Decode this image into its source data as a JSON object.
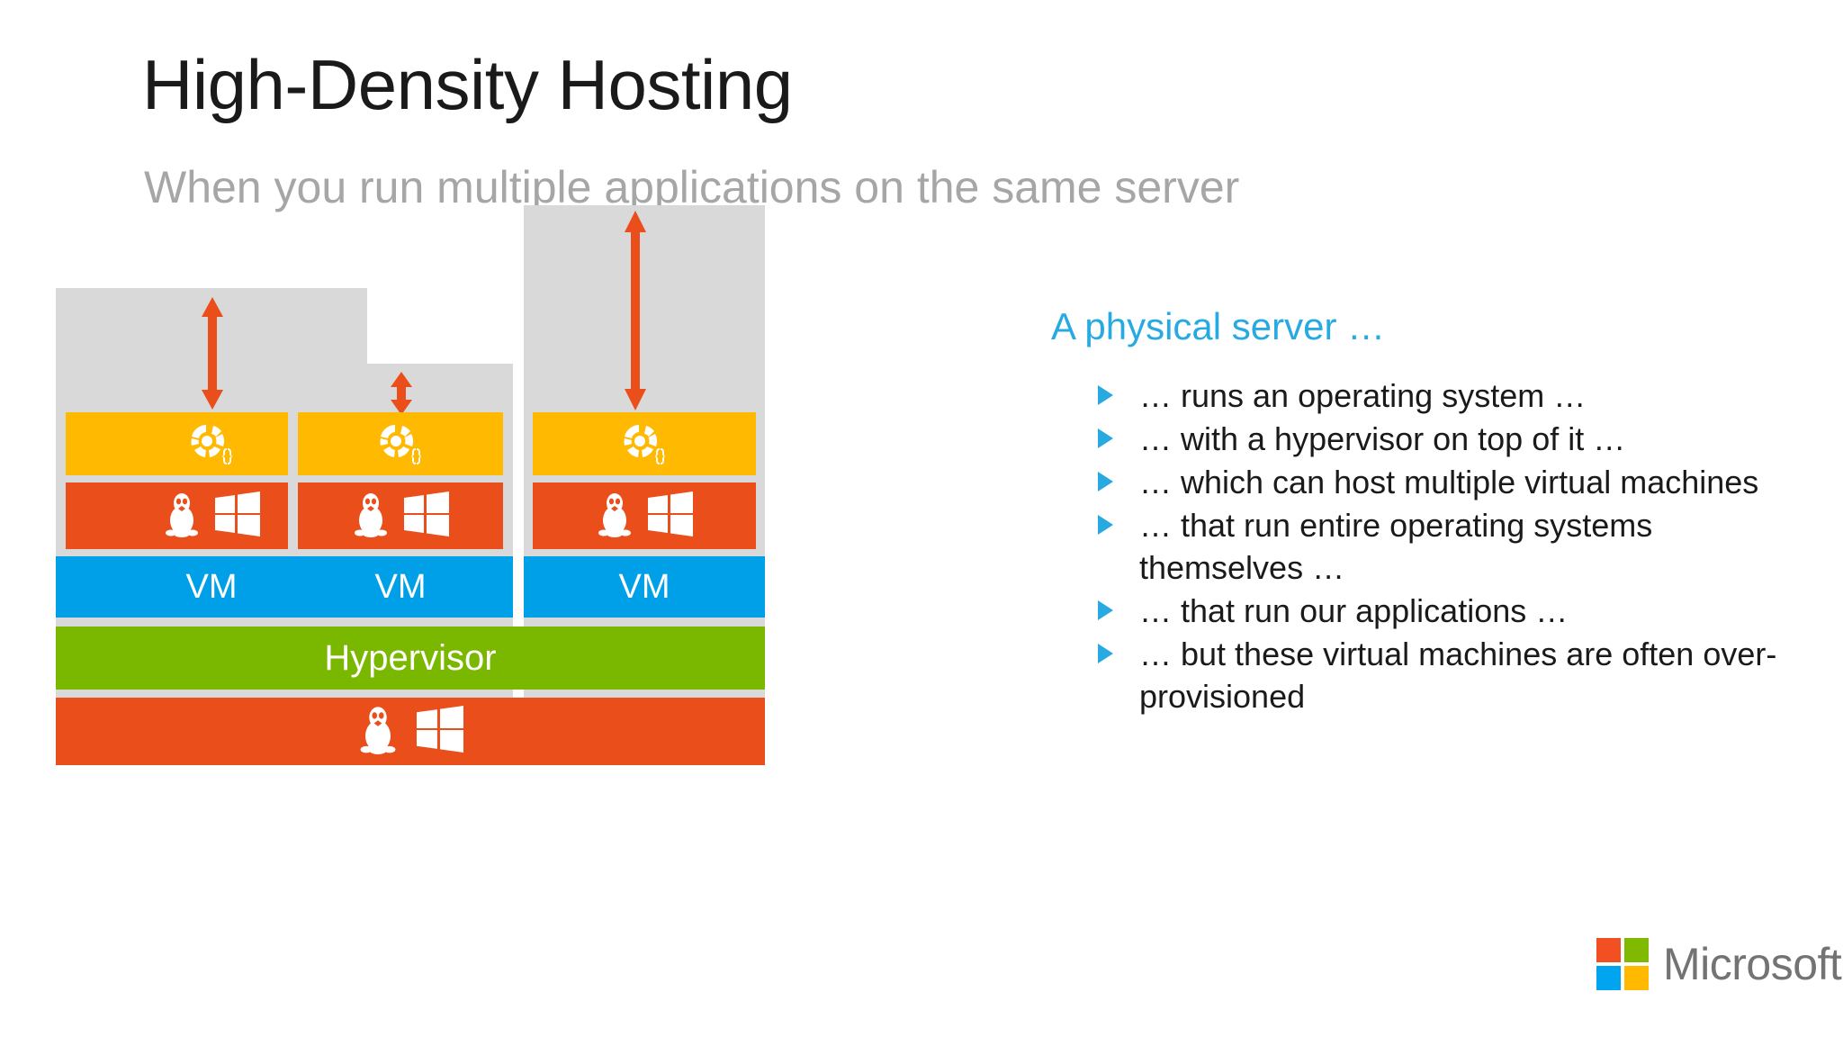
{
  "slide": {
    "title": "High-Density Hosting",
    "subtitle": "When you run multiple applications on the same server"
  },
  "content": {
    "heading": "A physical server …",
    "bullets": [
      "… runs an operating system …",
      "… with a hypervisor on top of it …",
      "… which can host multiple virtual machines",
      "… that run entire operating systems themselves …",
      "… that run our applications …",
      "… but these virtual machines are often over-provisioned"
    ]
  },
  "diagram": {
    "host_label": "",
    "hypervisor_label": "Hypervisor",
    "columns": [
      {
        "vm_label": "VM",
        "app_icon": "app-braces-icon",
        "os_icons": [
          "linux-penguin-icon",
          "windows-logo-icon"
        ],
        "headroom_arrow": "double-headed-vertical-arrow-icon",
        "headroom_size": "medium"
      },
      {
        "vm_label": "VM",
        "app_icon": "app-braces-icon",
        "os_icons": [
          "linux-penguin-icon",
          "windows-logo-icon"
        ],
        "headroom_arrow": "double-headed-vertical-arrow-icon",
        "headroom_size": "small"
      },
      {
        "vm_label": "VM",
        "app_icon": "app-braces-icon",
        "os_icons": [
          "linux-penguin-icon",
          "windows-logo-icon"
        ],
        "headroom_arrow": "double-headed-vertical-arrow-icon",
        "headroom_size": "large"
      }
    ],
    "host_os_icons": [
      "linux-penguin-icon",
      "windows-logo-icon"
    ]
  },
  "branding": {
    "logo_text": "Microsoft"
  },
  "colors": {
    "app_band": "#ffb900",
    "os_band": "#ea4e1b",
    "vm_band": "#00a0e9",
    "hypervisor_band": "#7ab800",
    "host_band": "#ea4e1b",
    "headroom_box": "#d9d9d9",
    "arrow": "#ea4e1b",
    "accent_heading": "#27aae1",
    "bullet_marker": "#27aae1",
    "title_text": "#1a1a1a",
    "subtitle_text": "#a6a6a6",
    "logo_red": "#f25022",
    "logo_green": "#7fba00",
    "logo_blue": "#00a4ef",
    "logo_yellow": "#ffb900"
  }
}
